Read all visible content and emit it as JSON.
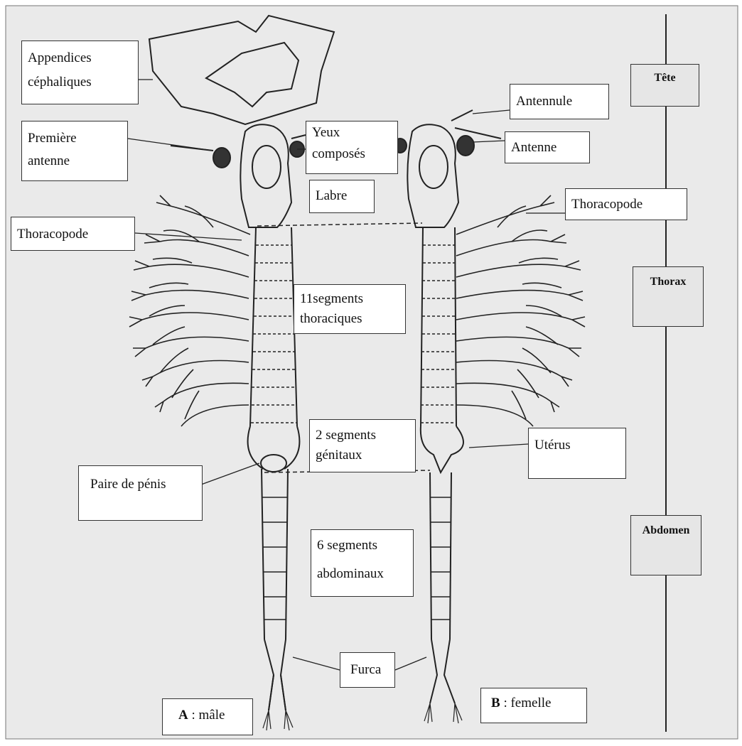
{
  "labels": {
    "appendices": [
      "Appendices",
      "céphaliques"
    ],
    "premiere_antenne": [
      "Première",
      "antenne"
    ],
    "yeux": [
      "Yeux",
      "composés"
    ],
    "labre": "Labre",
    "antennule": "Antennule",
    "antenne": "Antenne",
    "thoracopode_left": "Thoracopode",
    "thoracopode_right": "Thoracopode",
    "segments_thoraciques": [
      "11segments",
      "thoraciques"
    ],
    "segments_genitaux": [
      "2 segments",
      "génitaux"
    ],
    "uterus": "Utérus",
    "paire_penis": "Paire de pénis",
    "segments_abdominaux": [
      "6 segments",
      "abdominaux"
    ],
    "furca": "Furca"
  },
  "sexes": {
    "male_letter": "A",
    "male_text": " : mâle",
    "female_letter": "B",
    "female_text": " : femelle"
  },
  "regions": {
    "tete": "Tête",
    "thorax": "Thorax",
    "abdomen": "Abdomen"
  },
  "colors": {
    "background": "#eaeaea",
    "ink": "#222222",
    "box_border": "#333333",
    "region_fill": "#e6e6e6"
  }
}
